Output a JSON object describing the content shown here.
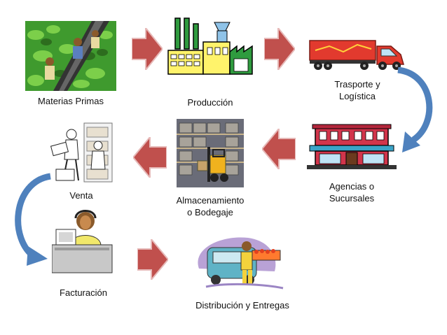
{
  "nodes": {
    "materias_primas": "Materias Primas",
    "produccion": "Producción",
    "transporte_line1": "Trasporte y",
    "transporte_line2": "Logística",
    "agencias_line1": "Agencias o",
    "agencias_line2": "Sucursales",
    "almacenamiento_line1": "Almacenamiento",
    "almacenamiento_line2": "o Bodegaje",
    "venta": "Venta",
    "facturacion": "Facturación",
    "distribucion": "Distribución y Entregas"
  },
  "icons": {
    "materias_primas": "farm-workers-icon",
    "produccion": "factory-icon",
    "transporte": "truck-icon",
    "agencias": "store-building-icon",
    "almacenamiento": "warehouse-forklift-icon",
    "venta": "salesperson-icon",
    "facturacion": "cashier-computer-icon",
    "distribucion": "delivery-van-icon"
  },
  "colors": {
    "flow_arrow": "#c0504d",
    "curved_arrow": "#4f81bd"
  }
}
